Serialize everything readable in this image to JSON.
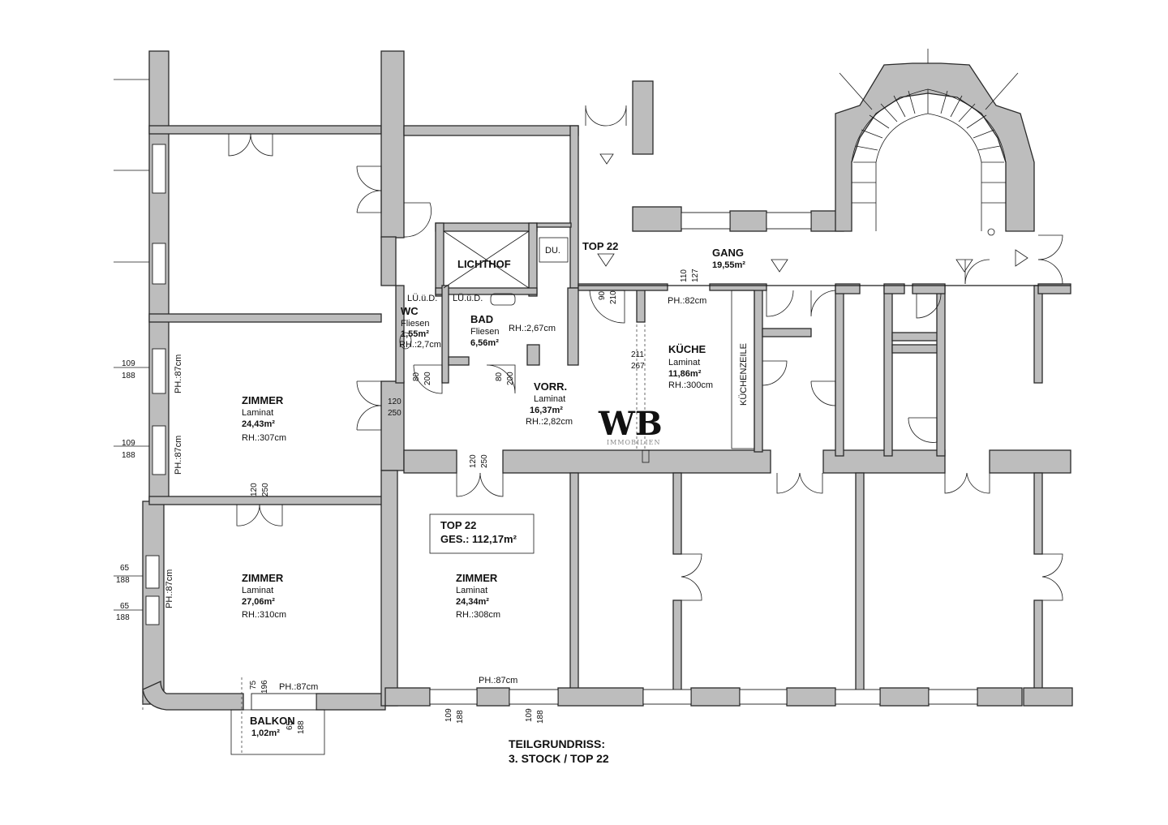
{
  "plan_title": {
    "line1": "TEILGRUNDRISS:",
    "line2": "3. STOCK / TOP 22"
  },
  "summary_box": {
    "top": "TOP 22",
    "total": "GES.: 112,17m²"
  },
  "top_label": "TOP 22",
  "logo": {
    "mark": "WB",
    "sub": "IMMOBILIEN"
  },
  "rooms": {
    "gang": {
      "name": "GANG",
      "area": "19,55m²"
    },
    "lichthof": {
      "name": "LICHTHOF"
    },
    "du": {
      "name": "DU."
    },
    "wc": {
      "name": "WC",
      "floor": "Fliesen",
      "area": "1,55m²",
      "rh": "RH.:2,7cm",
      "lud": "LÜ.ü.D."
    },
    "bad": {
      "name": "BAD",
      "floor": "Fliesen",
      "area": "6,56m²",
      "rh": "RH.:2,67cm",
      "lud": "LÜ.ü.D."
    },
    "kueche": {
      "name": "KÜCHE",
      "floor": "Laminat",
      "area": "11,86m²",
      "rh": "RH.:300cm",
      "ph": "PH.:82cm",
      "zeile": "KÜCHENZEILE"
    },
    "vorr": {
      "name": "VORR.",
      "floor": "Laminat",
      "area": "16,37m²",
      "rh": "RH.:2,82cm"
    },
    "zimmer1": {
      "name": "ZIMMER",
      "floor": "Laminat",
      "area": "24,43m²",
      "rh": "RH.:307cm"
    },
    "zimmer2": {
      "name": "ZIMMER",
      "floor": "Laminat",
      "area": "27,06m²",
      "rh": "RH.:310cm"
    },
    "zimmer3": {
      "name": "ZIMMER",
      "floor": "Laminat",
      "area": "24,34m²",
      "rh": "RH.:308cm"
    },
    "balkon": {
      "name": "BALKON",
      "area": "1,02m²"
    }
  },
  "sill_heights": {
    "ph87": "PH.:87cm"
  },
  "dimensions": {
    "d109": "109",
    "d188": "188",
    "d65": "65",
    "d120": "120",
    "d250": "250",
    "d80": "80",
    "d200": "200",
    "d90": "90",
    "d210": "210",
    "d110": "110",
    "d127": "127",
    "d211": "211",
    "d267": "267",
    "d75": "75",
    "d196": "196"
  }
}
